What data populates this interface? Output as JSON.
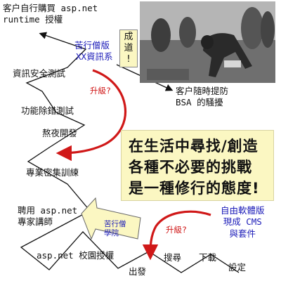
{
  "top_label": {
    "line1": "客户自行購買 asp.net",
    "line2": "runtime 授權"
  },
  "pirate_label": {
    "line1": "苦行僧版",
    "line2": "XX資訊系"
  },
  "callout_vertical": "成\n道\n!",
  "harass_label": {
    "line1": "客户隨時提防",
    "line2": "BSA 的騷擾"
  },
  "nodes": {
    "security_test": "資訊安全測試",
    "debug_test": "功能除錯測試",
    "overnight_dev": "熬夜開發",
    "training": "專業密集訓練",
    "hire_expert_1": "聘用 asp.net",
    "hire_expert_2": "專家講師",
    "campus_license": "asp.net 校園授權",
    "start": "出發",
    "search": "搜尋",
    "download": "下載",
    "configure": "設定"
  },
  "upgrade_top": "升級?",
  "upgrade_bottom": "升級?",
  "academy_arrow": "苦行僧\n學院",
  "free_software": {
    "line1": "自由軟體版",
    "line2": "現成 CMS",
    "line3": "與套件"
  },
  "quote": {
    "line1": "在生活中尋找/創造",
    "line2": "各種不必要的挑戰",
    "line3": "是一種修行的態度!"
  },
  "colors": {
    "quote_bg": "#fbf7c2",
    "arrow_red": "#d01818",
    "text_blue": "#1a1ab8",
    "arrow_yellow": "#fbf7c2"
  }
}
